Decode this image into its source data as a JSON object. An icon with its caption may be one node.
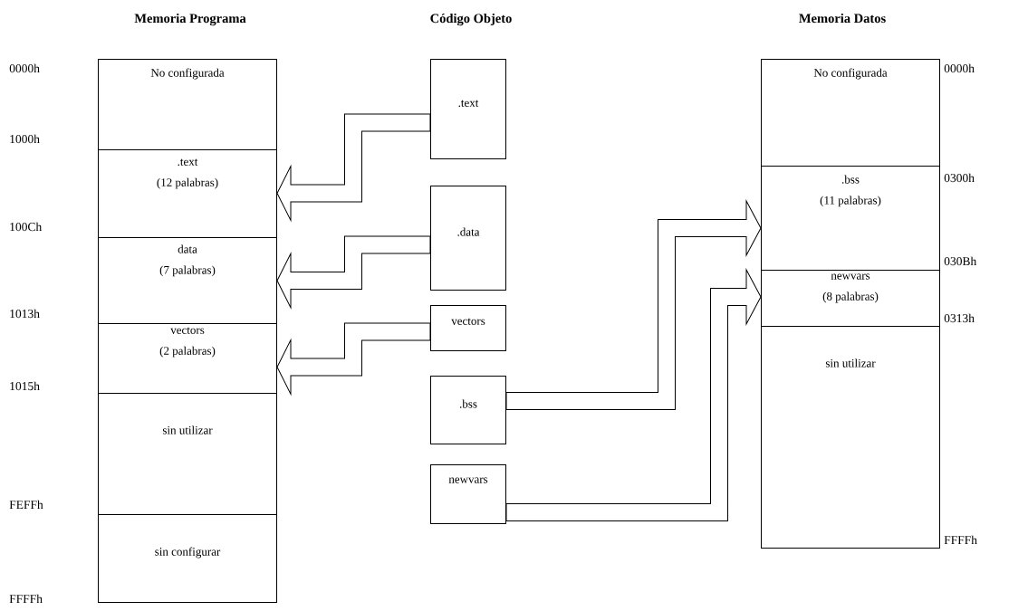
{
  "diagram": {
    "nodes": [
      {
        "text": [
          "No configurada"
        ]
      },
      {
        "text": [
          ".text",
          "(12 palabras)"
        ]
      },
      {
        "text": [
          "data",
          "(7 palabras)"
        ]
      },
      {
        "text": [
          "vectors",
          "(2 palabras)"
        ]
      },
      {
        "text": [
          "sin utilizar"
        ]
      },
      {
        "text": [
          "sin configurar"
        ]
      },
      {
        "text": [
          ".text"
        ]
      },
      {
        "text": [
          ".data"
        ]
      },
      {
        "text": [
          "vectors"
        ]
      },
      {
        "text": [
          ".bss"
        ]
      },
      {
        "text": [
          "newvars"
        ]
      },
      {
        "text": [
          "No configurada"
        ]
      },
      {
        "text": [
          ".bss",
          "(11 palabras)"
        ]
      },
      {
        "text": [
          "newvars",
          "(8 palabras)"
        ]
      },
      {
        "text": [
          "sin utilizar"
        ]
      }
    ],
    "edges": [
      {
        "from": 6,
        "to": 1,
        "arrow": "to"
      },
      {
        "from": 7,
        "to": 2,
        "arrow": "to"
      },
      {
        "from": 8,
        "to": 3,
        "arrow": "to"
      },
      {
        "from": 9,
        "to": 12,
        "arrow": "to"
      },
      {
        "from": 10,
        "to": 13,
        "arrow": "to"
      }
    ],
    "labels": [
      "Memoria Programa",
      "Código Objeto",
      "Memoria Datos",
      "0000h",
      "1000h",
      "100Ch",
      "1013h",
      "1015h",
      "FEFFh",
      "FFFFh",
      "0000h",
      "0300h",
      "030Bh",
      "0313h",
      "FFFFh"
    ]
  }
}
